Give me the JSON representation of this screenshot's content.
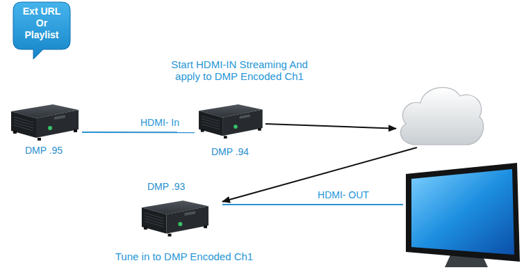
{
  "diagram": {
    "nodes": [
      {
        "text": [
          "Ext URL Or Playlist"
        ]
      },
      {
        "text": [
          "DMP .95"
        ]
      },
      {
        "text": [
          "DMP .94"
        ]
      },
      {
        "text": []
      },
      {
        "text": [
          "DMP .93"
        ]
      },
      {
        "text": []
      }
    ],
    "edges": [
      {
        "from": 1,
        "to": 2,
        "label": "HDMI- In",
        "arrow": "none"
      },
      {
        "from": 2,
        "to": 3,
        "arrow": "to"
      },
      {
        "from": 3,
        "to": 4,
        "arrow": "to"
      },
      {
        "from": 4,
        "to": 5,
        "label": "HDMI- OUT",
        "arrow": "none"
      }
    ],
    "labels": [
      "Start HDMI-IN Streaming And apply to DMP Encoded Ch1",
      "Tune in to DMP Encoded Ch1"
    ]
  }
}
